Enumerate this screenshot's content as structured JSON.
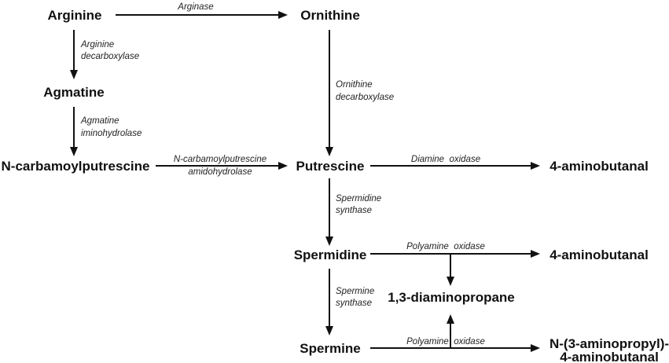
{
  "compounds": {
    "arginine": "Arginine",
    "ornithine": "Ornithine",
    "agmatine": "Agmatine",
    "n_carbamoylputrescine": "N-carbamoylputrescine",
    "putrescine": "Putrescine",
    "aminobutanal_1": "4-aminobutanal",
    "spermidine": "Spermidine",
    "aminobutanal_2": "4-aminobutanal",
    "diaminopropane": "1,3-diaminopropane",
    "spermine": "Spermine",
    "aminopropyl_line1": "N-(3-aminopropyl)-",
    "aminopropyl_line2": "4-aminobutanal"
  },
  "enzymes": {
    "arginase": "Arginase",
    "arginine_decarboxylase_1": "Arginine",
    "arginine_decarboxylase_2": "decarboxylase",
    "ornithine_decarboxylase_1": "Ornithine",
    "ornithine_decarboxylase_2": "decarboxylase",
    "agmatine_iminohydrolase_1": "Agmatine",
    "agmatine_iminohydrolase_2": "iminohydrolase",
    "ncpa_amidohydrolase_1": "N-carbamoylputrescine",
    "ncpa_amidohydrolase_2": "amidohydrolase",
    "diamine_oxidase": "Diamine  oxidase",
    "spermidine_synthase_1": "Spermidine",
    "spermidine_synthase_2": "synthase",
    "polyamine_oxidase_1": "Polyamine  oxidase",
    "spermine_synthase_1": "Spermine",
    "spermine_synthase_2": "synthase",
    "polyamine_oxidase_2": "Polyamine  oxidase"
  },
  "colors": {
    "line": "#111111",
    "text": "#111111"
  }
}
